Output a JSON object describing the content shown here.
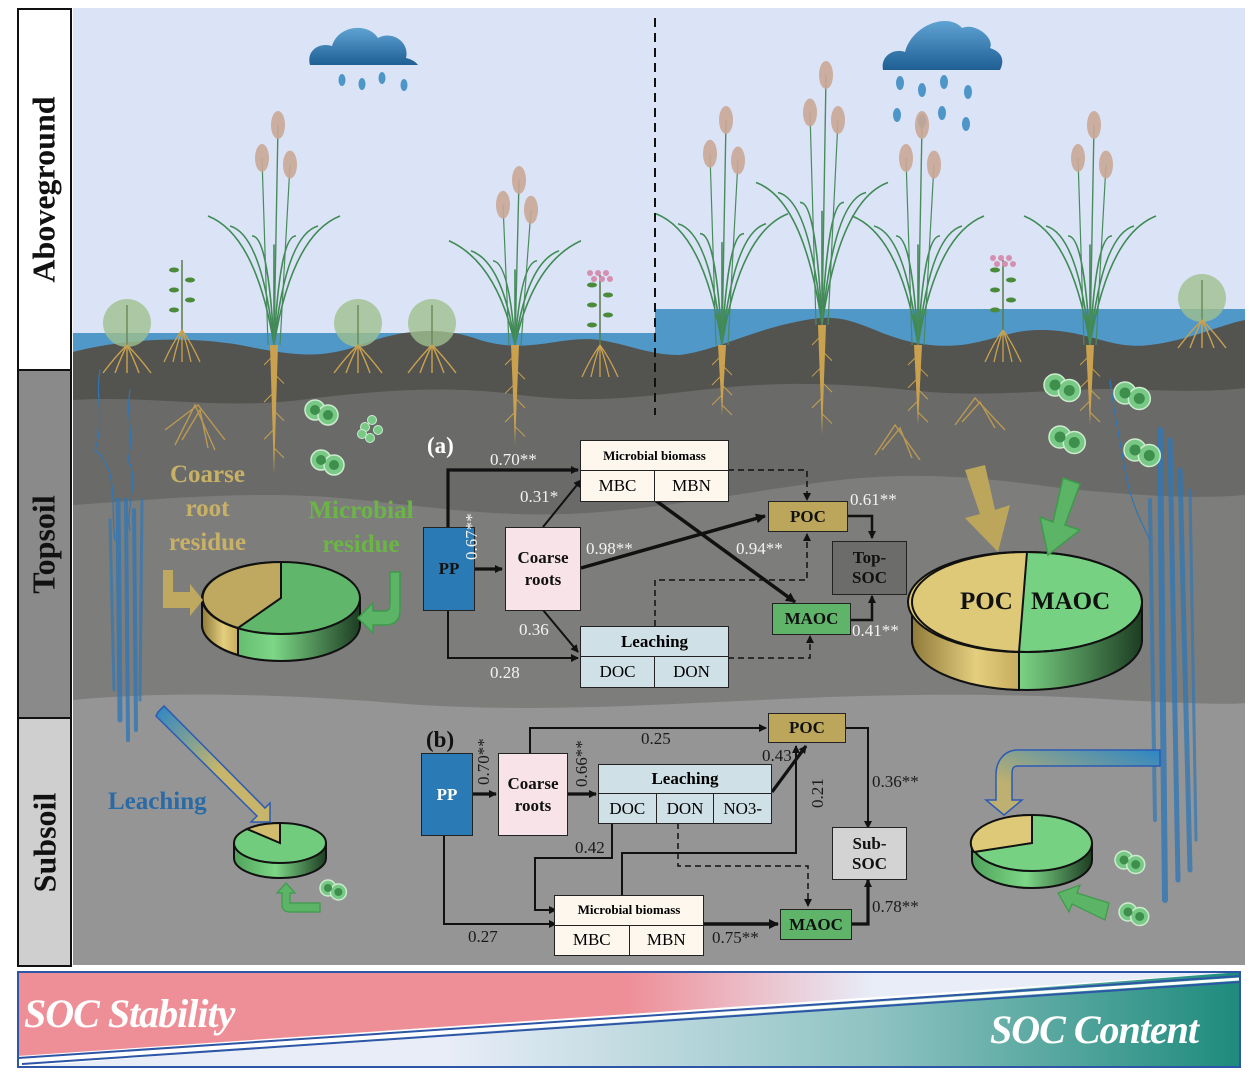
{
  "side_labels": {
    "aboveground": "Aboveground",
    "topsoil": "Topsoil",
    "subsoil": "Subsoil"
  },
  "annotations": {
    "coarse_root_residue": [
      "Coarse",
      "root",
      "residue"
    ],
    "microbial_residue": [
      "Microbial",
      "residue"
    ],
    "leaching": "Leaching",
    "big_pie_poc": "POC",
    "big_pie_maoc": "MAOC"
  },
  "pies": {
    "topsoil_left": {
      "coarse_root_share": 0.42,
      "microbial_share": 0.58
    },
    "subsoil_left": {
      "coarse_root_share": 0.12,
      "microbial_share": 0.88
    },
    "topsoil_right": {
      "poc_share": 0.49,
      "maoc_share": 0.51
    },
    "subsoil_right": {
      "coarse_root_share": 0.28,
      "microbial_share": 0.72
    }
  },
  "panel_a": {
    "label": "(a)",
    "nodes": {
      "pp": "PP",
      "coarse_roots": [
        "Coarse",
        "roots"
      ],
      "microbial_biomass": {
        "title": "Microbial biomass",
        "cells": [
          "MBC",
          "MBN"
        ]
      },
      "leaching": {
        "title": "Leaching",
        "cells": [
          "DOC",
          "DON"
        ]
      },
      "poc": "POC",
      "maoc": "MAOC",
      "top_soc": [
        "Top-",
        "SOC"
      ]
    },
    "paths": {
      "pp_to_microbial": "0.70**",
      "coarse_to_microbial": "0.31*",
      "pp_to_coarse": "0.67**",
      "coarse_to_poc": "0.98**",
      "microbial_to_maoc": "0.94**",
      "coarse_to_leaching": "0.36",
      "pp_to_leaching": "0.28",
      "poc_to_soc": "0.61**",
      "maoc_to_soc": "0.41**"
    }
  },
  "panel_b": {
    "label": "(b)",
    "nodes": {
      "pp": "PP",
      "coarse_roots": [
        "Coarse",
        "roots"
      ],
      "leaching": {
        "title": "Leaching",
        "cells": [
          "DOC",
          "DON",
          "NO3-"
        ]
      },
      "microbial_biomass": {
        "title": "Microbial biomass",
        "cells": [
          "MBC",
          "MBN"
        ]
      },
      "poc": "POC",
      "maoc": "MAOC",
      "sub_soc": [
        "Sub-",
        "SOC"
      ]
    },
    "paths": {
      "pp_to_coarse": "0.70**",
      "coarse_to_leaching": "0.66**",
      "coarse_to_poc": "0.25",
      "leaching_to_poc": "0.43",
      "microbial_to_poc": "0.21",
      "leaching_to_microbial": "0.42",
      "pp_to_microbial": "0.27",
      "microbial_to_maoc": "0.75**",
      "poc_to_soc": "0.36**",
      "maoc_to_soc": "0.78**"
    }
  },
  "banner": {
    "left": "SOC Stability",
    "right": "SOC Content"
  },
  "colors": {
    "sky": "#dbe4f6",
    "water": "#5098c8",
    "soil_dark": "#53534f",
    "soil_mid": "#6c6c6a",
    "soil_light": "#8f8f8f",
    "poc": "#bca65c",
    "maoc": "#5fb46a",
    "pp": "#2a7bb5",
    "coarse_roots": "#f7e3e8",
    "microbial_biomass": "#fdf7ee",
    "leaching": "#cfe0e6",
    "banner_pink": "#ee8f98",
    "banner_teal": "#1e8b7c"
  }
}
